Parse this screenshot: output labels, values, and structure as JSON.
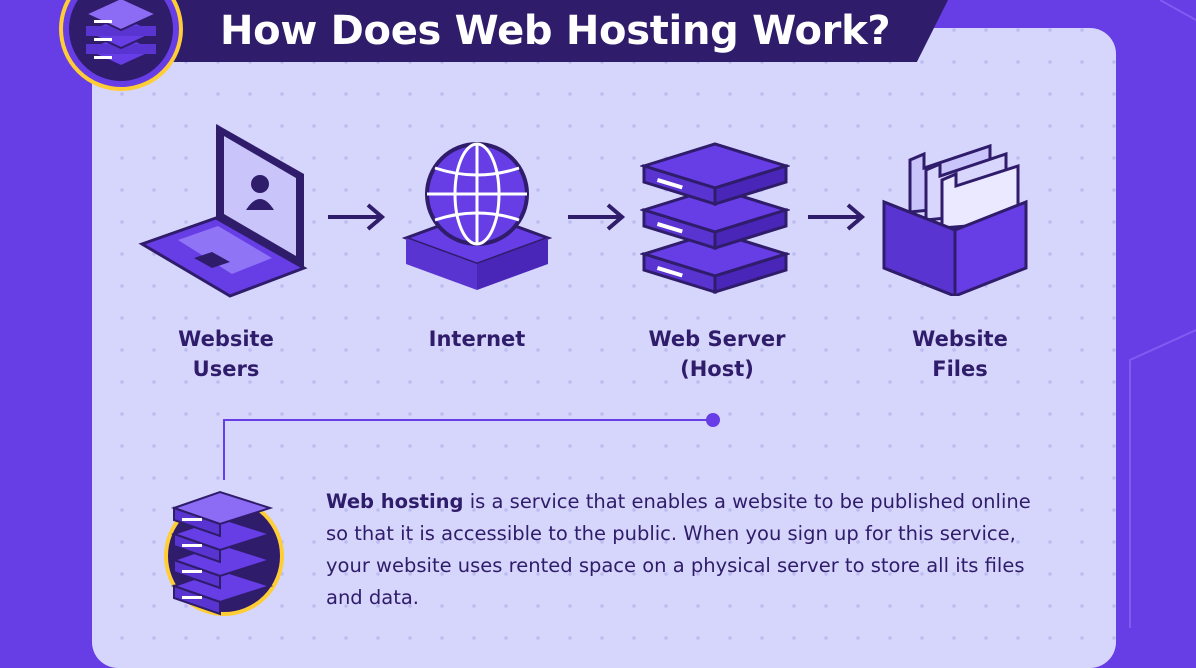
{
  "title": "How Does Web Hosting Work?",
  "steps": [
    {
      "label": "Website\nUsers",
      "icon": "laptop-user-icon"
    },
    {
      "label": "Internet",
      "icon": "globe-icon"
    },
    {
      "label": "Web Server\n(Host)",
      "icon": "server-stack-icon"
    },
    {
      "label": "Website\nFiles",
      "icon": "folder-box-icon"
    }
  ],
  "description": {
    "term": "Web hosting",
    "text": " is a service that enables a website to be published online so that it is accessible to the public. When you sign up for this service, your website uses rented space on a physical server to store all its files and data."
  },
  "colors": {
    "background": "#673de6",
    "card": "#d6d5fb",
    "dark": "#2f1c6a",
    "accent": "#673de6",
    "gold": "#ffcd35"
  }
}
